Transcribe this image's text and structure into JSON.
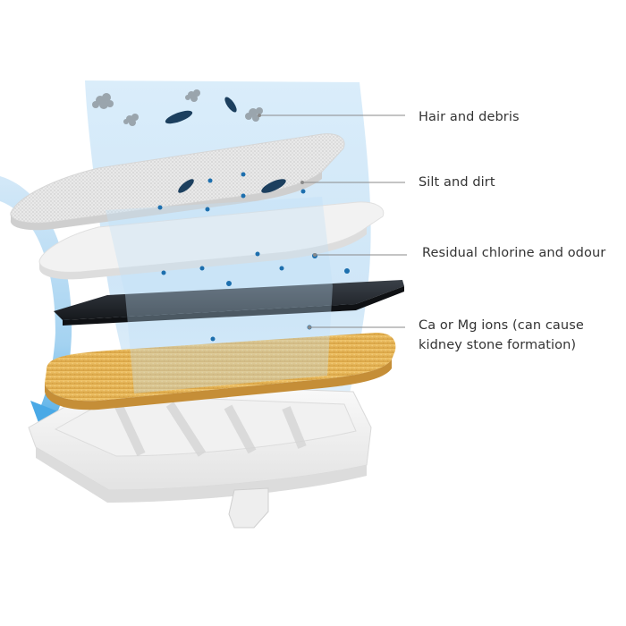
{
  "labels": {
    "hair": "Hair and debris",
    "silt": "Silt and dirt",
    "chlorine": "Residual chlorine and odour",
    "ions_line1": "Ca or Mg ions (can cause",
    "ions_line2": "kidney stone formation)"
  },
  "layers": [
    {
      "id": "mesh-filter",
      "color": "#e6e6e6"
    },
    {
      "id": "cotton-filter",
      "color": "#ececec"
    },
    {
      "id": "carbon-filter",
      "color": "#22262b"
    },
    {
      "id": "resin-filter",
      "color": "#e4b65c"
    },
    {
      "id": "filter-tray",
      "color": "#f4f4f4"
    }
  ],
  "colors": {
    "water_flow": "#cfe6f7",
    "particle": "#1d6fae",
    "leader_line": "#8a8a8a",
    "label_text": "#333333"
  }
}
